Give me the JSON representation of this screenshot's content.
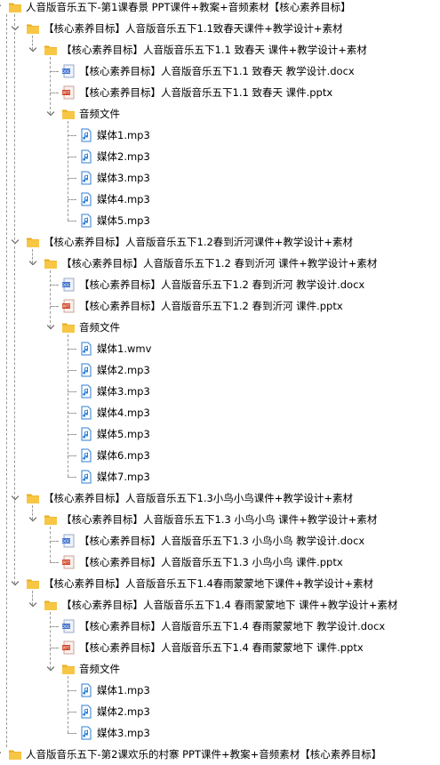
{
  "colors": {
    "folder": "#f7c644",
    "folder_tab": "#e8ac1e",
    "doc": "#3d6fcf",
    "ppt": "#d24726",
    "audio": "#2f7fd6"
  },
  "tree": [
    {
      "depth": 0,
      "type": "folder",
      "name": "人音版音乐五下-第1课春景 PPT课件+教案+音频素材【核心素养目标】"
    },
    {
      "depth": 1,
      "type": "folder",
      "name": "【核心素养目标】人音版音乐五下1.1致春天课件+教学设计+素材"
    },
    {
      "depth": 2,
      "type": "folder",
      "name": "【核心素养目标】人音版音乐五下1.1 致春天 课件+教学设计+素材"
    },
    {
      "depth": 3,
      "type": "doc",
      "name": "【核心素养目标】人音版音乐五下1.1 致春天 教学设计.docx"
    },
    {
      "depth": 3,
      "type": "ppt",
      "name": "【核心素养目标】人音版音乐五下1.1 致春天 课件.pptx"
    },
    {
      "depth": 3,
      "type": "folder",
      "name": "音频文件"
    },
    {
      "depth": 4,
      "type": "audio",
      "name": "媒体1.mp3"
    },
    {
      "depth": 4,
      "type": "audio",
      "name": "媒体2.mp3"
    },
    {
      "depth": 4,
      "type": "audio",
      "name": "媒体3.mp3"
    },
    {
      "depth": 4,
      "type": "audio",
      "name": "媒体4.mp3"
    },
    {
      "depth": 4,
      "type": "audio",
      "name": "媒体5.mp3"
    },
    {
      "depth": 1,
      "type": "folder",
      "name": "【核心素养目标】人音版音乐五下1.2春到沂河课件+教学设计+素材"
    },
    {
      "depth": 2,
      "type": "folder",
      "name": "【核心素养目标】人音版音乐五下1.2 春到沂河 课件+教学设计+素材"
    },
    {
      "depth": 3,
      "type": "doc",
      "name": "【核心素养目标】人音版音乐五下1.2 春到沂河 教学设计.docx"
    },
    {
      "depth": 3,
      "type": "ppt",
      "name": "【核心素养目标】人音版音乐五下1.2 春到沂河 课件.pptx"
    },
    {
      "depth": 3,
      "type": "folder",
      "name": "音频文件"
    },
    {
      "depth": 4,
      "type": "audio",
      "name": "媒体1.wmv"
    },
    {
      "depth": 4,
      "type": "audio",
      "name": "媒体2.mp3"
    },
    {
      "depth": 4,
      "type": "audio",
      "name": "媒体3.mp3"
    },
    {
      "depth": 4,
      "type": "audio",
      "name": "媒体4.mp3"
    },
    {
      "depth": 4,
      "type": "audio",
      "name": "媒体5.mp3"
    },
    {
      "depth": 4,
      "type": "audio",
      "name": "媒体6.mp3"
    },
    {
      "depth": 4,
      "type": "audio",
      "name": "媒体7.mp3"
    },
    {
      "depth": 1,
      "type": "folder",
      "name": "【核心素养目标】人音版音乐五下1.3小鸟小鸟课件+教学设计+素材"
    },
    {
      "depth": 2,
      "type": "folder",
      "name": "【核心素养目标】人音版音乐五下1.3 小鸟小鸟 课件+教学设计+素材"
    },
    {
      "depth": 3,
      "type": "doc",
      "name": "【核心素养目标】人音版音乐五下1.3 小鸟小鸟 教学设计.docx"
    },
    {
      "depth": 3,
      "type": "ppt",
      "name": "【核心素养目标】人音版音乐五下1.3 小鸟小鸟 课件.pptx"
    },
    {
      "depth": 1,
      "type": "folder",
      "name": "【核心素养目标】人音版音乐五下1.4春雨蒙蒙地下课件+教学设计+素材"
    },
    {
      "depth": 2,
      "type": "folder",
      "name": "【核心素养目标】人音版音乐五下1.4 春雨蒙蒙地下 课件+教学设计+素材"
    },
    {
      "depth": 3,
      "type": "doc",
      "name": "【核心素养目标】人音版音乐五下1.4 春雨蒙蒙地下 教学设计.docx"
    },
    {
      "depth": 3,
      "type": "ppt",
      "name": "【核心素养目标】人音版音乐五下1.4 春雨蒙蒙地下 课件.pptx"
    },
    {
      "depth": 3,
      "type": "folder",
      "name": "音频文件"
    },
    {
      "depth": 4,
      "type": "audio",
      "name": "媒体1.mp3"
    },
    {
      "depth": 4,
      "type": "audio",
      "name": "媒体2.mp3"
    },
    {
      "depth": 4,
      "type": "audio",
      "name": "媒体3.mp3"
    },
    {
      "depth": 0,
      "type": "folder",
      "name": "人音版音乐五下-第2课欢乐的村寨 PPT课件+教案+音频素材【核心素养目标】"
    }
  ]
}
